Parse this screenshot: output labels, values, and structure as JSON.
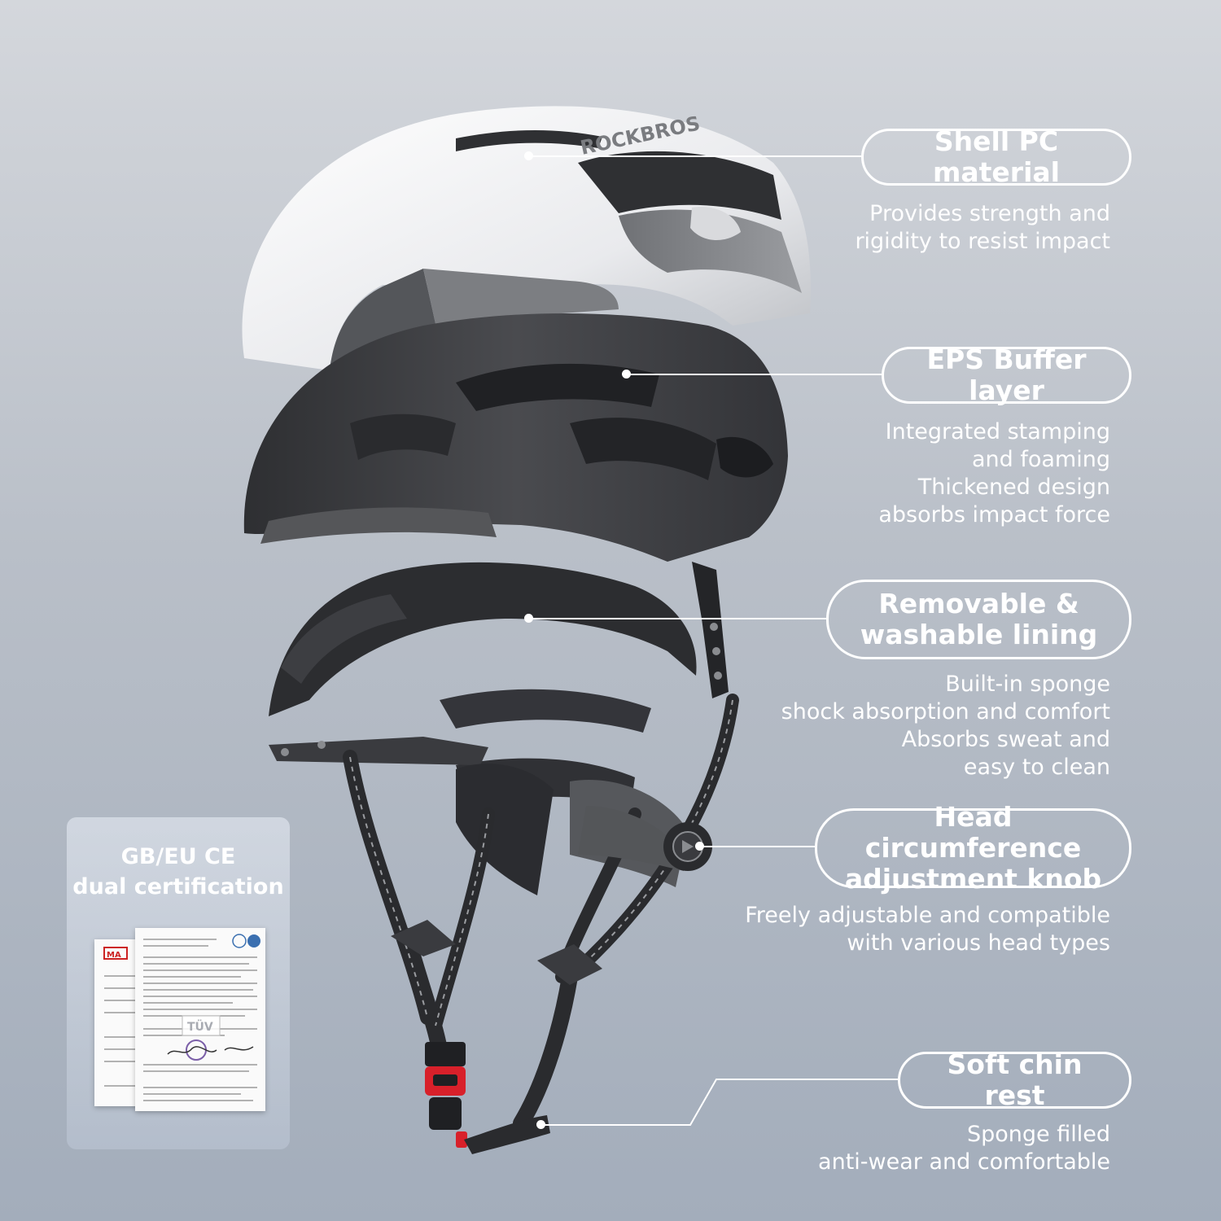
{
  "brand": {
    "name": "ROCKBROS"
  },
  "callouts": [
    {
      "title": [
        "Shell PC material"
      ],
      "description": [
        "Provides strength and",
        "rigidity to resist impact"
      ]
    },
    {
      "title": [
        "EPS Buffer layer"
      ],
      "description": [
        "Integrated stamping",
        "and foaming",
        "Thickened design",
        "absorbs impact force"
      ]
    },
    {
      "title": [
        "Removable &",
        "washable lining"
      ],
      "description": [
        "Built-in sponge",
        "shock absorption and comfort",
        "Absorbs sweat and",
        "easy to clean"
      ]
    },
    {
      "title": [
        "Head circumference",
        "adjustment knob"
      ],
      "description": [
        "Freely adjustable and compatible",
        "with various head types"
      ]
    },
    {
      "title": [
        "Soft chin rest"
      ],
      "description": [
        "Sponge filled",
        "anti-wear and comfortable"
      ]
    }
  ],
  "certification": {
    "title": [
      "GB/EU CE",
      "dual certification"
    ],
    "marks": [
      "MA",
      "TÜV"
    ]
  },
  "colors": {
    "background_top": "#d4d7dc",
    "background_bottom": "#a3adbb",
    "shell_white": "#f2f2f4",
    "shell_grey": "#8a8c90",
    "foam_dark": "#3c3d40",
    "lining_dark": "#2f3033",
    "strap": "#2a2b2e",
    "buckle_red": "#d8202a",
    "callout_text": "#ffffff"
  }
}
